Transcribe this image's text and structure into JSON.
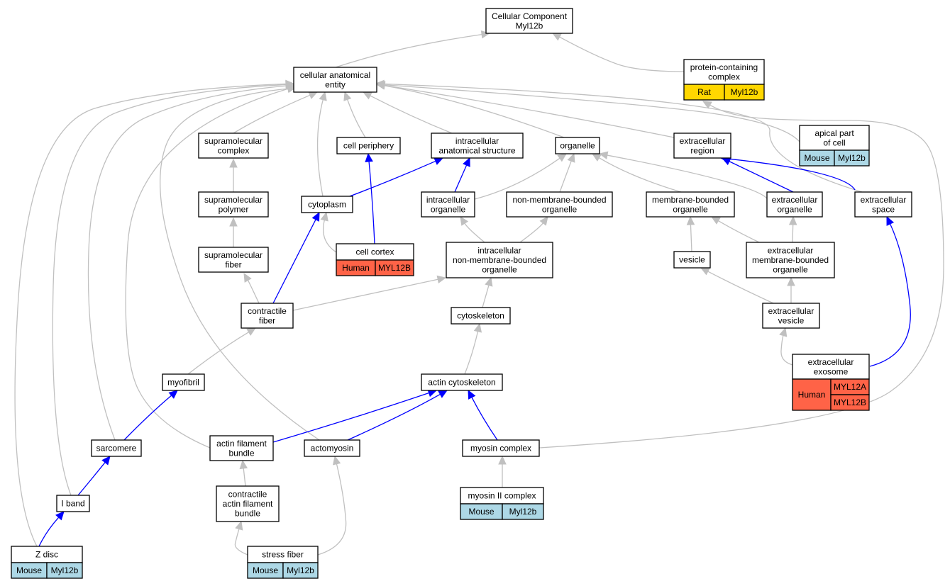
{
  "diagram": {
    "colors": {
      "default_edge": "#c0c0c0",
      "highlight_edge": "#0000ff",
      "rat": "#ffd700",
      "mouse": "#add8e6",
      "human": "#ff6347"
    },
    "nodes": [
      {
        "id": "root",
        "lines": [
          "Cellular Component",
          "Myl12b"
        ]
      },
      {
        "id": "protein_complex",
        "lines": [
          "protein-containing",
          "complex"
        ],
        "annotations": [
          {
            "species": "Rat",
            "genes": [
              "Myl12b"
            ]
          }
        ]
      },
      {
        "id": "cae",
        "lines": [
          "cellular anatomical",
          "entity"
        ]
      },
      {
        "id": "sup_complex",
        "lines": [
          "supramolecular",
          "complex"
        ]
      },
      {
        "id": "cell_periphery",
        "lines": [
          "cell periphery"
        ]
      },
      {
        "id": "ias",
        "lines": [
          "intracellular",
          "anatomical structure"
        ]
      },
      {
        "id": "organelle",
        "lines": [
          "organelle"
        ]
      },
      {
        "id": "extracell_region",
        "lines": [
          "extracellular",
          "region"
        ]
      },
      {
        "id": "apical",
        "lines": [
          "apical part",
          "of cell"
        ],
        "annotations": [
          {
            "species": "Mouse",
            "genes": [
              "Myl12b"
            ]
          }
        ]
      },
      {
        "id": "sup_polymer",
        "lines": [
          "supramolecular",
          "polymer"
        ]
      },
      {
        "id": "cytoplasm",
        "lines": [
          "cytoplasm"
        ]
      },
      {
        "id": "ic_organelle",
        "lines": [
          "intracellular",
          "organelle"
        ]
      },
      {
        "id": "nmb_organelle",
        "lines": [
          "non-membrane-bounded",
          "organelle"
        ]
      },
      {
        "id": "mb_organelle",
        "lines": [
          "membrane-bounded",
          "organelle"
        ]
      },
      {
        "id": "ec_organelle",
        "lines": [
          "extracellular",
          "organelle"
        ]
      },
      {
        "id": "ec_space",
        "lines": [
          "extracellular",
          "space"
        ]
      },
      {
        "id": "sup_fiber",
        "lines": [
          "supramolecular",
          "fiber"
        ]
      },
      {
        "id": "cell_cortex",
        "lines": [
          "cell cortex"
        ],
        "annotations": [
          {
            "species": "Human",
            "genes": [
              "MYL12B"
            ]
          }
        ]
      },
      {
        "id": "ic_nmb_organelle",
        "lines": [
          "intracellular",
          "non-membrane-bounded",
          "organelle"
        ]
      },
      {
        "id": "vesicle",
        "lines": [
          "vesicle"
        ]
      },
      {
        "id": "ec_mb_organelle",
        "lines": [
          "extracellular",
          "membrane-bounded",
          "organelle"
        ]
      },
      {
        "id": "contractile_fiber",
        "lines": [
          "contractile",
          "fiber"
        ]
      },
      {
        "id": "cytoskeleton",
        "lines": [
          "cytoskeleton"
        ]
      },
      {
        "id": "ec_vesicle",
        "lines": [
          "extracellular",
          "vesicle"
        ]
      },
      {
        "id": "exosome",
        "lines": [
          "extracellular",
          "exosome"
        ],
        "annotations": [
          {
            "species": "Human",
            "genes": [
              "MYL12A",
              "MYL12B"
            ]
          }
        ]
      },
      {
        "id": "myofibril",
        "lines": [
          "myofibril"
        ]
      },
      {
        "id": "actin_cytoskeleton",
        "lines": [
          "actin cytoskeleton"
        ]
      },
      {
        "id": "sarcomere",
        "lines": [
          "sarcomere"
        ]
      },
      {
        "id": "afb",
        "lines": [
          "actin filament",
          "bundle"
        ]
      },
      {
        "id": "actomyosin",
        "lines": [
          "actomyosin"
        ]
      },
      {
        "id": "myosin_complex",
        "lines": [
          "myosin complex"
        ]
      },
      {
        "id": "cafb",
        "lines": [
          "contractile",
          "actin filament",
          "bundle"
        ]
      },
      {
        "id": "myosin2",
        "lines": [
          "myosin II complex"
        ],
        "annotations": [
          {
            "species": "Mouse",
            "genes": [
              "Myl12b"
            ]
          }
        ]
      },
      {
        "id": "iband",
        "lines": [
          "I band"
        ]
      },
      {
        "id": "zdisc",
        "lines": [
          "Z disc"
        ],
        "annotations": [
          {
            "species": "Mouse",
            "genes": [
              "Myl12b"
            ]
          }
        ]
      },
      {
        "id": "stress_fiber",
        "lines": [
          "stress fiber"
        ],
        "annotations": [
          {
            "species": "Mouse",
            "genes": [
              "Myl12b"
            ]
          }
        ]
      }
    ],
    "edges": [
      {
        "from": "cae",
        "to": "root",
        "kind": "is_a"
      },
      {
        "from": "protein_complex",
        "to": "root",
        "kind": "is_a"
      },
      {
        "from": "sup_complex",
        "to": "cae",
        "kind": "is_a"
      },
      {
        "from": "cytoplasm",
        "to": "cae",
        "kind": "is_a"
      },
      {
        "from": "cell_periphery",
        "to": "cae",
        "kind": "is_a"
      },
      {
        "from": "ias",
        "to": "cae",
        "kind": "is_a"
      },
      {
        "from": "organelle",
        "to": "cae",
        "kind": "is_a"
      },
      {
        "from": "extracell_region",
        "to": "cae",
        "kind": "is_a"
      },
      {
        "from": "apical",
        "to": "cae",
        "kind": "is_a"
      },
      {
        "from": "ec_space",
        "to": "cae",
        "kind": "is_a"
      },
      {
        "from": "myosin_complex",
        "to": "protein_complex",
        "kind": "is_a"
      },
      {
        "from": "zdisc",
        "to": "cae",
        "kind": "is_a"
      },
      {
        "from": "iband",
        "to": "cae",
        "kind": "is_a"
      },
      {
        "from": "sarcomere",
        "to": "cae",
        "kind": "is_a"
      },
      {
        "from": "afb",
        "to": "cae",
        "kind": "is_a"
      },
      {
        "from": "actomyosin",
        "to": "cae",
        "kind": "is_a"
      },
      {
        "from": "sup_polymer",
        "to": "sup_complex",
        "kind": "is_a"
      },
      {
        "from": "sup_fiber",
        "to": "sup_polymer",
        "kind": "is_a"
      },
      {
        "from": "contractile_fiber",
        "to": "sup_fiber",
        "kind": "is_a"
      },
      {
        "from": "cytoplasm",
        "to": "ias",
        "kind": "part_of"
      },
      {
        "from": "cell_cortex",
        "to": "cytoplasm",
        "kind": "is_a"
      },
      {
        "from": "cell_cortex",
        "to": "cell_periphery",
        "kind": "part_of"
      },
      {
        "from": "ic_organelle",
        "to": "ias",
        "kind": "part_of"
      },
      {
        "from": "ic_organelle",
        "to": "organelle",
        "kind": "is_a"
      },
      {
        "from": "nmb_organelle",
        "to": "organelle",
        "kind": "is_a"
      },
      {
        "from": "mb_organelle",
        "to": "organelle",
        "kind": "is_a"
      },
      {
        "from": "ec_organelle",
        "to": "organelle",
        "kind": "is_a"
      },
      {
        "from": "ec_organelle",
        "to": "extracell_region",
        "kind": "part_of"
      },
      {
        "from": "ec_space",
        "to": "extracell_region",
        "kind": "part_of"
      },
      {
        "from": "ic_nmb_organelle",
        "to": "ic_organelle",
        "kind": "is_a"
      },
      {
        "from": "ic_nmb_organelle",
        "to": "nmb_organelle",
        "kind": "is_a"
      },
      {
        "from": "vesicle",
        "to": "mb_organelle",
        "kind": "is_a"
      },
      {
        "from": "ec_mb_organelle",
        "to": "mb_organelle",
        "kind": "is_a"
      },
      {
        "from": "ec_mb_organelle",
        "to": "ec_organelle",
        "kind": "is_a"
      },
      {
        "from": "contractile_fiber",
        "to": "cytoplasm",
        "kind": "part_of"
      },
      {
        "from": "contractile_fiber",
        "to": "ic_nmb_organelle",
        "kind": "is_a"
      },
      {
        "from": "cytoskeleton",
        "to": "ic_nmb_organelle",
        "kind": "is_a"
      },
      {
        "from": "ec_vesicle",
        "to": "vesicle",
        "kind": "is_a"
      },
      {
        "from": "ec_vesicle",
        "to": "ec_mb_organelle",
        "kind": "is_a"
      },
      {
        "from": "exosome",
        "to": "ec_vesicle",
        "kind": "is_a"
      },
      {
        "from": "exosome",
        "to": "ec_space",
        "kind": "part_of"
      },
      {
        "from": "myofibril",
        "to": "contractile_fiber",
        "kind": "is_a"
      },
      {
        "from": "actin_cytoskeleton",
        "to": "cytoskeleton",
        "kind": "is_a"
      },
      {
        "from": "sarcomere",
        "to": "myofibril",
        "kind": "part_of"
      },
      {
        "from": "afb",
        "to": "actin_cytoskeleton",
        "kind": "part_of"
      },
      {
        "from": "actomyosin",
        "to": "actin_cytoskeleton",
        "kind": "part_of"
      },
      {
        "from": "myosin_complex",
        "to": "actin_cytoskeleton",
        "kind": "part_of"
      },
      {
        "from": "cafb",
        "to": "afb",
        "kind": "is_a"
      },
      {
        "from": "myosin2",
        "to": "myosin_complex",
        "kind": "is_a"
      },
      {
        "from": "iband",
        "to": "sarcomere",
        "kind": "part_of"
      },
      {
        "from": "zdisc",
        "to": "iband",
        "kind": "part_of"
      },
      {
        "from": "stress_fiber",
        "to": "cafb",
        "kind": "is_a"
      },
      {
        "from": "stress_fiber",
        "to": "actomyosin",
        "kind": "is_a"
      }
    ]
  }
}
